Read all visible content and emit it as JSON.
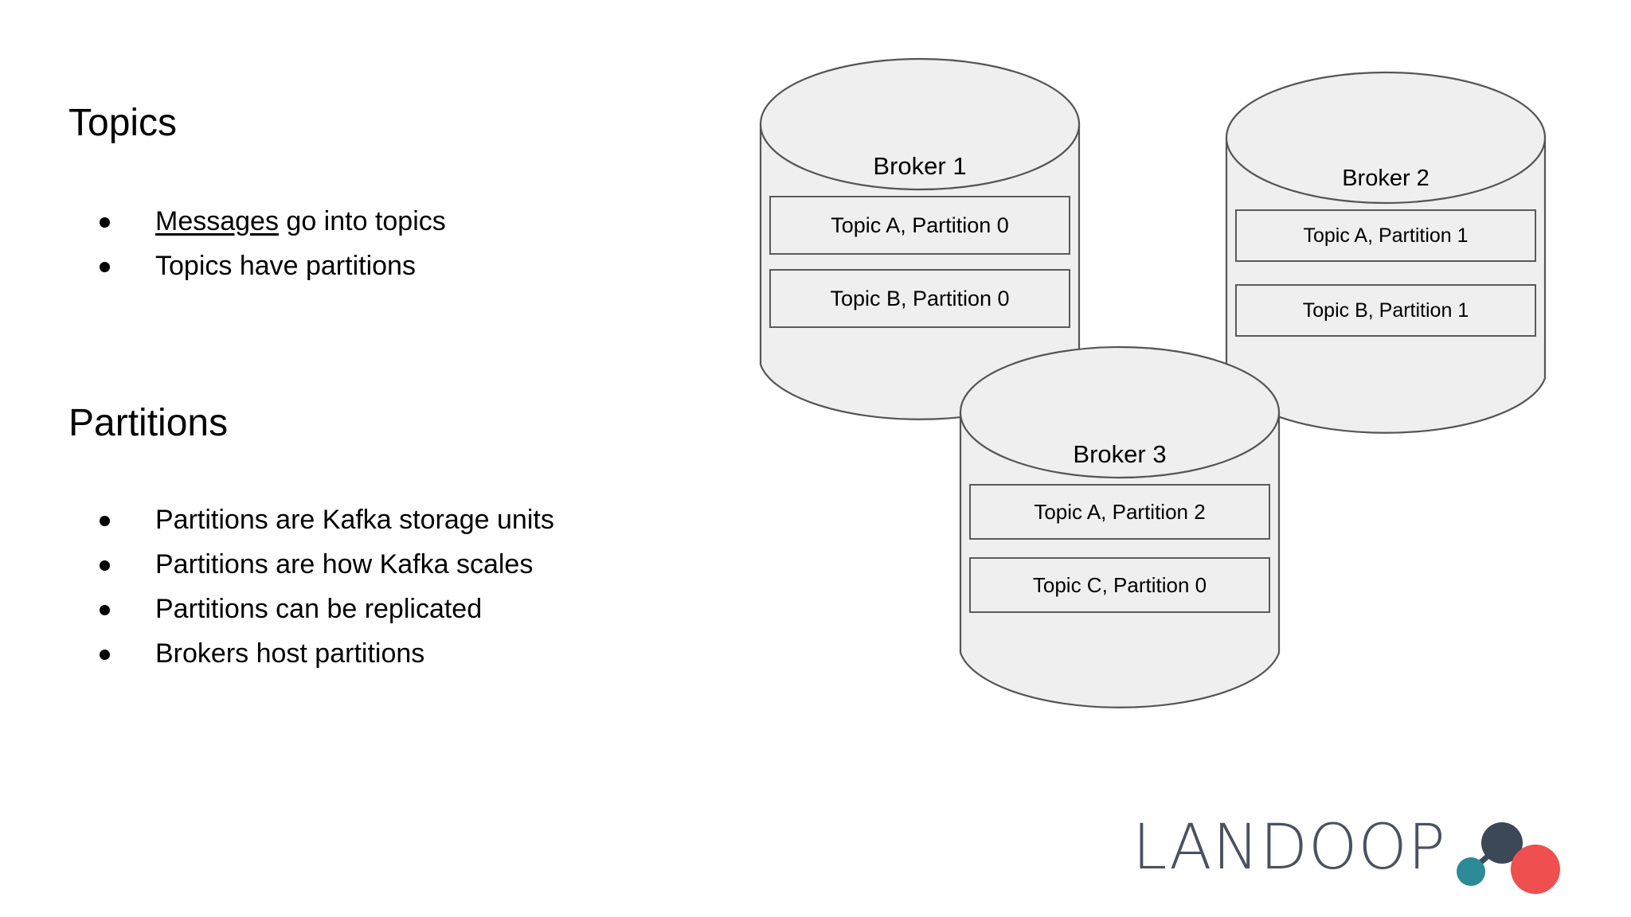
{
  "slide": {
    "background_color": "#ffffff",
    "sections": [
      {
        "id": "topics",
        "heading": "Topics",
        "bullets": [
          {
            "prefix": "Messages",
            "prefix_underlined": true,
            "rest": " go into topics",
            "full": "Messages go into topics"
          },
          {
            "prefix": "",
            "prefix_underlined": false,
            "rest": "Topics have partitions",
            "full": "Topics have partitions"
          }
        ]
      },
      {
        "id": "partitions",
        "heading": "Partitions",
        "bullets": [
          {
            "prefix": "",
            "prefix_underlined": false,
            "rest": "Partitions are Kafka storage units",
            "full": "Partitions are Kafka storage units"
          },
          {
            "prefix": "",
            "prefix_underlined": false,
            "rest": "Partitions are how Kafka scales",
            "full": "Partitions are how Kafka scales"
          },
          {
            "prefix": "",
            "prefix_underlined": false,
            "rest": "Partitions can be replicated",
            "full": "Partitions can be replicated"
          },
          {
            "prefix": "",
            "prefix_underlined": false,
            "rest": "Brokers host partitions",
            "full": "Brokers host partitions"
          }
        ]
      }
    ]
  },
  "diagram": {
    "type": "kafka-cluster",
    "shape": "cylinder",
    "fill_color": "#efefef",
    "stroke_color": "#555555",
    "box_fill_color": "#efefef",
    "box_stroke_color": "#5a5a5a",
    "brokers": [
      {
        "id": "broker-1",
        "label": "Broker 1",
        "partitions": [
          {
            "label": "Topic A, Partition 0",
            "topic": "A",
            "partition": 0
          },
          {
            "label": "Topic B, Partition 0",
            "topic": "B",
            "partition": 0
          }
        ]
      },
      {
        "id": "broker-2",
        "label": "Broker 2",
        "partitions": [
          {
            "label": "Topic A, Partition 1",
            "topic": "A",
            "partition": 1
          },
          {
            "label": "Topic B, Partition 1",
            "topic": "B",
            "partition": 1
          }
        ]
      },
      {
        "id": "broker-3",
        "label": "Broker 3",
        "partitions": [
          {
            "label": "Topic A, Partition 2",
            "topic": "A",
            "partition": 2
          },
          {
            "label": "Topic C, Partition 0",
            "topic": "C",
            "partition": 0
          }
        ]
      }
    ]
  },
  "logo": {
    "wordmark": "LANDOOP",
    "wordmark_color": "#495263",
    "mark_name": "node-graph-icon",
    "nodes": [
      {
        "name": "teal-node",
        "color": "#2b8b96"
      },
      {
        "name": "navy-node",
        "color": "#3c4758"
      },
      {
        "name": "red-node",
        "color": "#ef4f4f"
      }
    ],
    "edge_color": "#3c4758"
  }
}
